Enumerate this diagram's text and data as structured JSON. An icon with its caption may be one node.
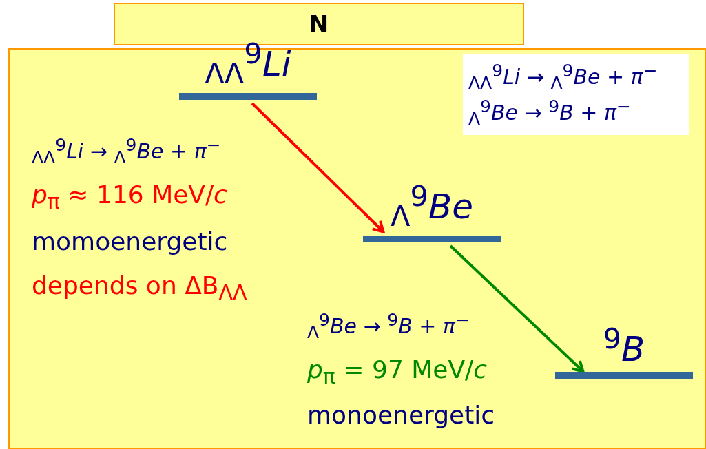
{
  "diagram": {
    "nodes": [
      {
        "text": [
          "N"
        ]
      },
      {
        "text": [
          "$_{ΛΛ}$$^{9}$*Li*"
        ]
      },
      {
        "text": [
          "$_{Λ}$$^{9}$*Be*"
        ]
      },
      {
        "text": [
          "$^{9}$*B*"
        ]
      }
    ],
    "edges": [
      {
        "from": 1,
        "to": 2,
        "arrow": "to",
        "color": "#ff0000"
      },
      {
        "from": 2,
        "to": 3,
        "arrow": "to",
        "color": "#008800"
      }
    ],
    "labels": [
      "$_{ΛΛ}$$^{9}$*Li* → $_{Λ}$$^{9}$*Be* + *π*$^{−}$",
      "$_{Λ}$$^{9}$*Be* → $^{9}$*B* + *π*$^{−}$",
      "$_{ΛΛ}$$^{9}$*Li* → $_{Λ}$$^{9}$*Be* + *π*$^{−}$",
      "*p*$_{π}$ ≈ 116 MeV/*c*",
      "momoenergetic",
      "depends on ΔB$_{ΛΛ}$",
      "$_{Λ}$$^{9}$*Be* → $^{9}$*B* + *π*$^{−}$",
      "*p*$_{π}$ = 97 MeV/*c*",
      "monoenergetic"
    ]
  }
}
